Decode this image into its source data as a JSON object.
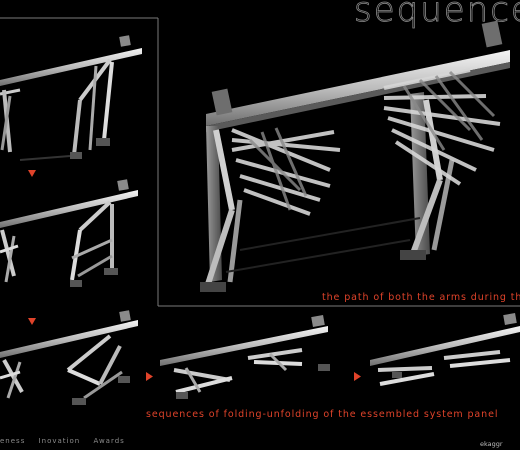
{
  "title": "sequence",
  "captions": {
    "path": "the path of both the arms during the",
    "sequences": "sequences of folding-unfolding of the essembled system panel"
  },
  "nav": {
    "items": [
      "eness",
      "Inovation",
      "Awards"
    ]
  },
  "brand": "ekaggr",
  "colors": {
    "background": "#000000",
    "accent": "#e0432a",
    "frame": "#7a7a7a",
    "metal": "#cfcfcf"
  },
  "icons": {
    "arrow_down": "triangle-down-icon",
    "arrow_right": "triangle-right-icon"
  }
}
